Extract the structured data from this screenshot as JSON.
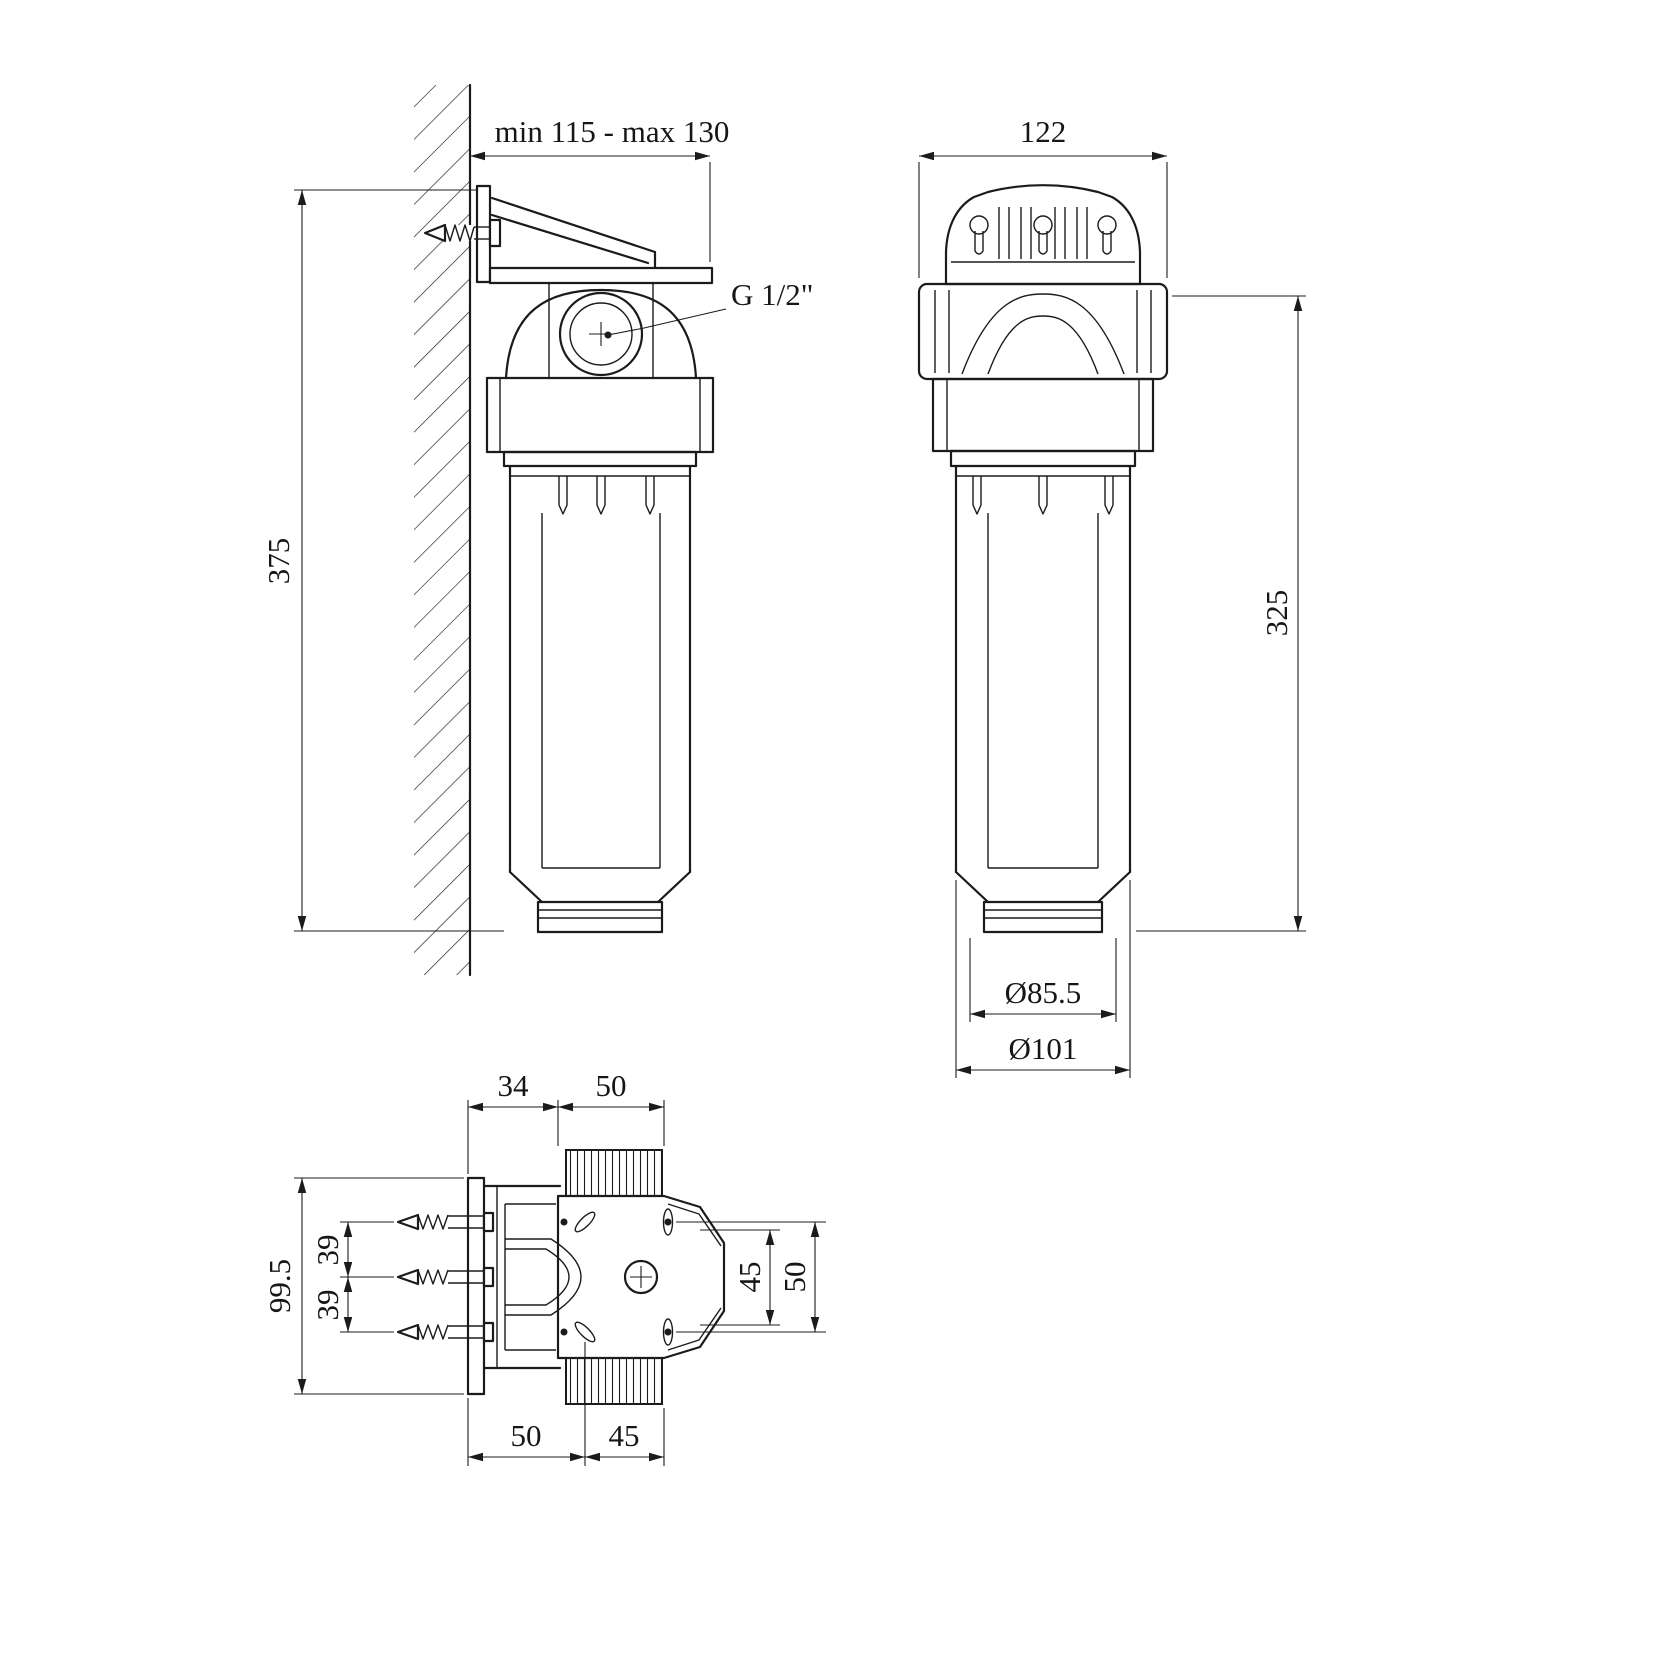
{
  "drawing": {
    "side_view": {
      "dim_mount_depth": "min 115 - max 130",
      "thread_label": "G 1/2\"",
      "dim_total_height": "375"
    },
    "front_view": {
      "dim_width": "122",
      "dim_height": "325",
      "dim_inner_diameter": "Ø85.5",
      "dim_outer_diameter": "Ø101"
    },
    "top_view": {
      "dim_bracket_to_edge": "34",
      "dim_edge_to_port": "50",
      "dim_plate_height": "99.5",
      "dim_screw_spacing_upper": "39",
      "dim_screw_spacing_lower": "39",
      "dim_slot_spacing": "45",
      "dim_mount_span": "50",
      "dim_bottom_left": "50",
      "dim_bottom_right": "45"
    }
  }
}
